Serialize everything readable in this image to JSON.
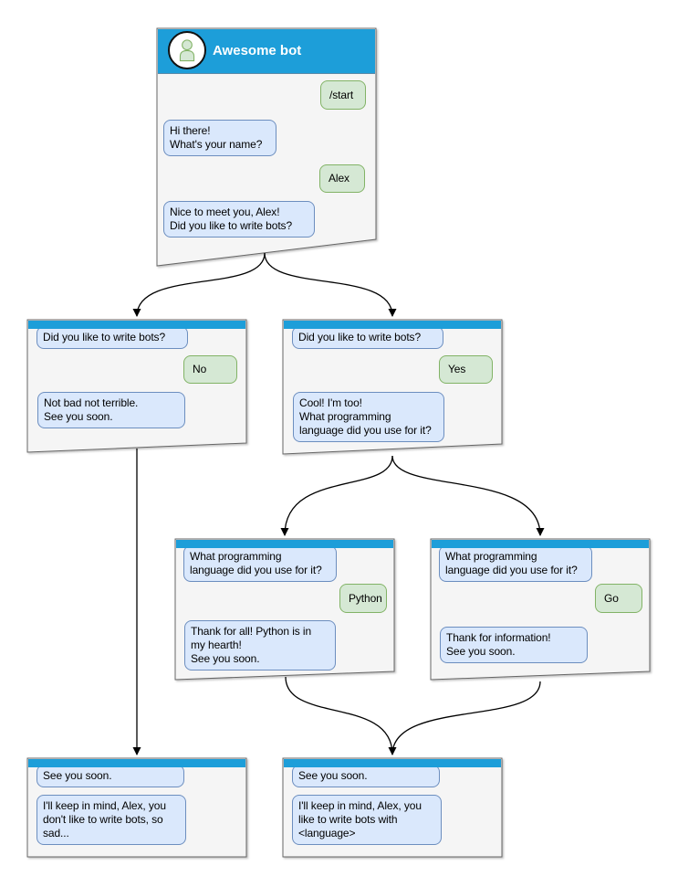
{
  "colors": {
    "titlebar_blue": "#1d9ed9",
    "node_fill": "#f5f5f5",
    "node_border": "#666666",
    "bot_bubble_fill": "#dae8fc",
    "bot_bubble_border": "#6c8ebf",
    "user_bubble_fill": "#d5e8d4",
    "user_bubble_border": "#82b366",
    "connector": "#000000"
  },
  "window": {
    "title": "Awesome bot",
    "avatar_icon": "person-icon",
    "messages": [
      {
        "from": "user",
        "text": "/start"
      },
      {
        "from": "bot",
        "text": "Hi there!\nWhat's your name?"
      },
      {
        "from": "user",
        "text": "Alex"
      },
      {
        "from": "bot",
        "text": "Nice to meet you, Alex!\nDid you like to write bots?"
      }
    ]
  },
  "nodes": {
    "no_branch": {
      "question": "Did you like to write bots?",
      "answer": "No",
      "reply": "Not bad not terrible.\nSee you soon."
    },
    "yes_branch": {
      "question": "Did you like to write bots?",
      "answer": "Yes",
      "reply": "Cool! I'm too!\nWhat programming\nlanguage did you use for it?"
    },
    "python_branch": {
      "question": "What programming\nlanguage did you use for it?",
      "answer": "Python",
      "reply": "Thank for all! Python is in\nmy hearth!\nSee you soon."
    },
    "go_branch": {
      "question": "What programming\nlanguage did you use for it?",
      "answer": "Go",
      "reply": "Thank for information!\nSee you soon."
    },
    "end_no": {
      "question": "See you soon.",
      "reply": "I'll keep in mind, Alex, you\ndon't like to write bots, so\nsad..."
    },
    "end_yes": {
      "question": "See you soon.",
      "reply": "I'll keep in mind, Alex, you\nlike to write bots with\n<language>"
    }
  }
}
